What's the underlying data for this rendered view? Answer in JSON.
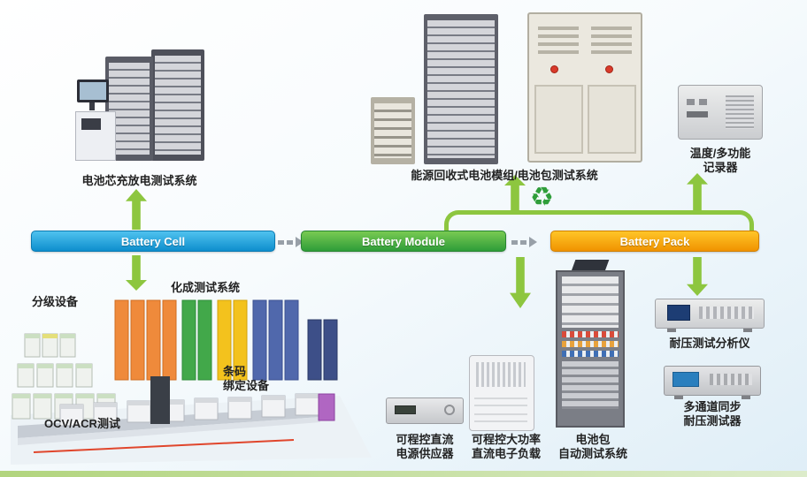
{
  "flow": {
    "cell": {
      "label": "Battery Cell",
      "color": "#1b99d5"
    },
    "module": {
      "label": "Battery Module",
      "color": "#3fae49"
    },
    "pack": {
      "label": "Battery Pack",
      "color": "#f6a800"
    }
  },
  "stations": {
    "cell_tester": {
      "label": "电池芯充放电测试系统"
    },
    "recovery_tester": {
      "label": "能源回收式电池模组/电池包测试系统"
    },
    "recorder": {
      "label_line1": "温度/多功能",
      "label_line2": "记录器"
    },
    "grading": {
      "label": "分级设备"
    },
    "formation": {
      "label": "化成测试系统"
    },
    "barcode": {
      "label_line1": "条码",
      "label_line2": "绑定设备"
    },
    "ocv_acr": {
      "label": "OCV/ACR测试"
    },
    "dc_supply": {
      "label_line1": "可程控直流",
      "label_line2": "电源供应器"
    },
    "dc_load": {
      "label_line1": "可程控大功率",
      "label_line2": "直流电子负载"
    },
    "pack_auto": {
      "label_line1": "电池包",
      "label_line2": "自动测试系统"
    },
    "hipot_analyzer": {
      "label": "耐压测试分析仪"
    },
    "multi_hipot": {
      "label_line1": "多通道同步",
      "label_line2": "耐压测试器"
    }
  },
  "icons": {
    "recycle": "♻"
  },
  "colors": {
    "arrow_green": "#8dc63f",
    "dashed_gray": "#98a0a8",
    "recycle_green": "#2f9e3a",
    "label_text": "#222222"
  }
}
